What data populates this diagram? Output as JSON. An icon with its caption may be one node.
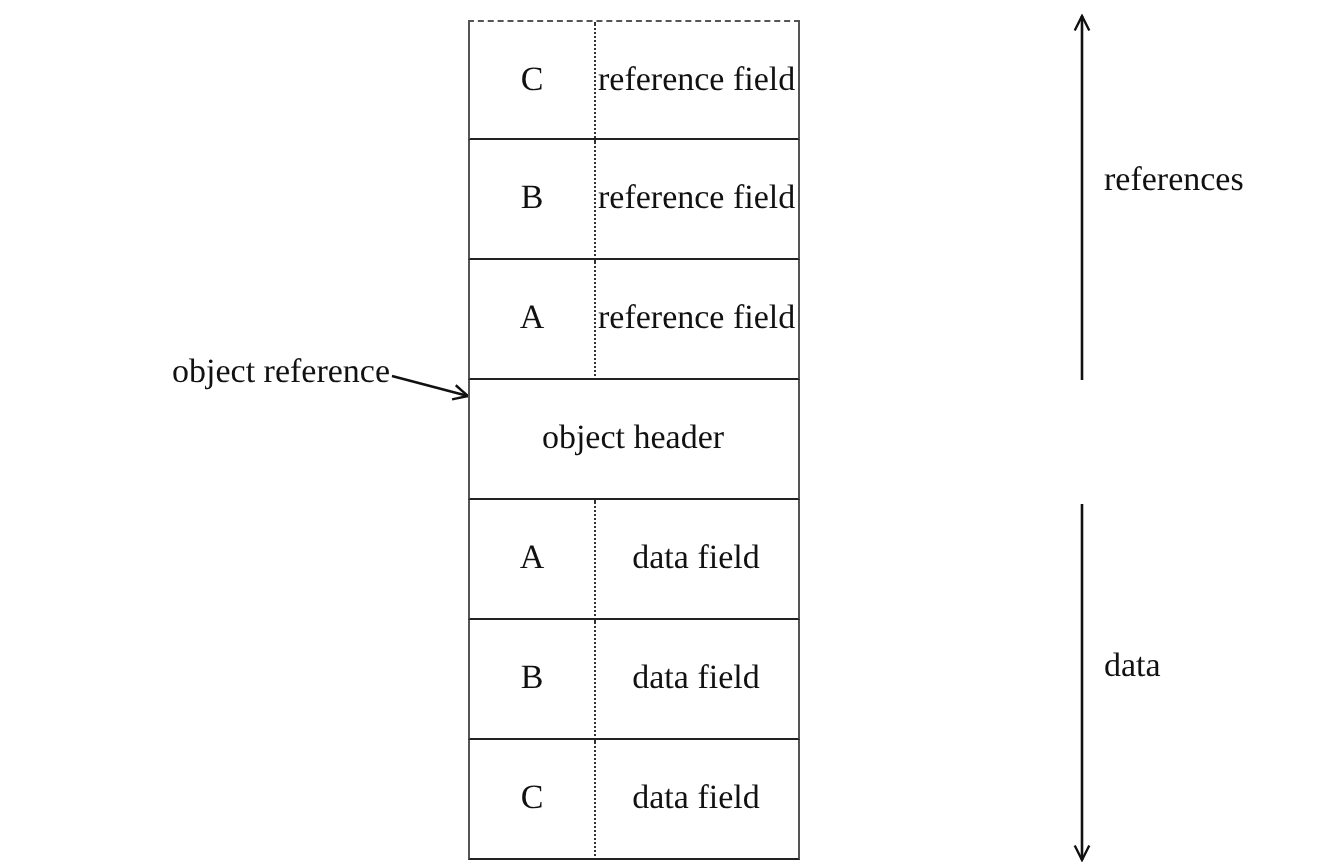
{
  "diagram": {
    "nodes": [
      {
        "text": [
          "object reference"
        ]
      },
      {
        "text": [
          "C",
          "reference field"
        ]
      },
      {
        "text": [
          "B",
          "reference field"
        ]
      },
      {
        "text": [
          "A",
          "reference field"
        ]
      },
      {
        "text": [
          "object header"
        ]
      },
      {
        "text": [
          "A",
          "data field"
        ]
      },
      {
        "text": [
          "B",
          "data field"
        ]
      },
      {
        "text": [
          "C",
          "data field"
        ]
      }
    ],
    "edges": [
      {
        "from": 0,
        "to": 4,
        "arrow": "to"
      }
    ],
    "labels": [
      "references",
      "data"
    ]
  }
}
